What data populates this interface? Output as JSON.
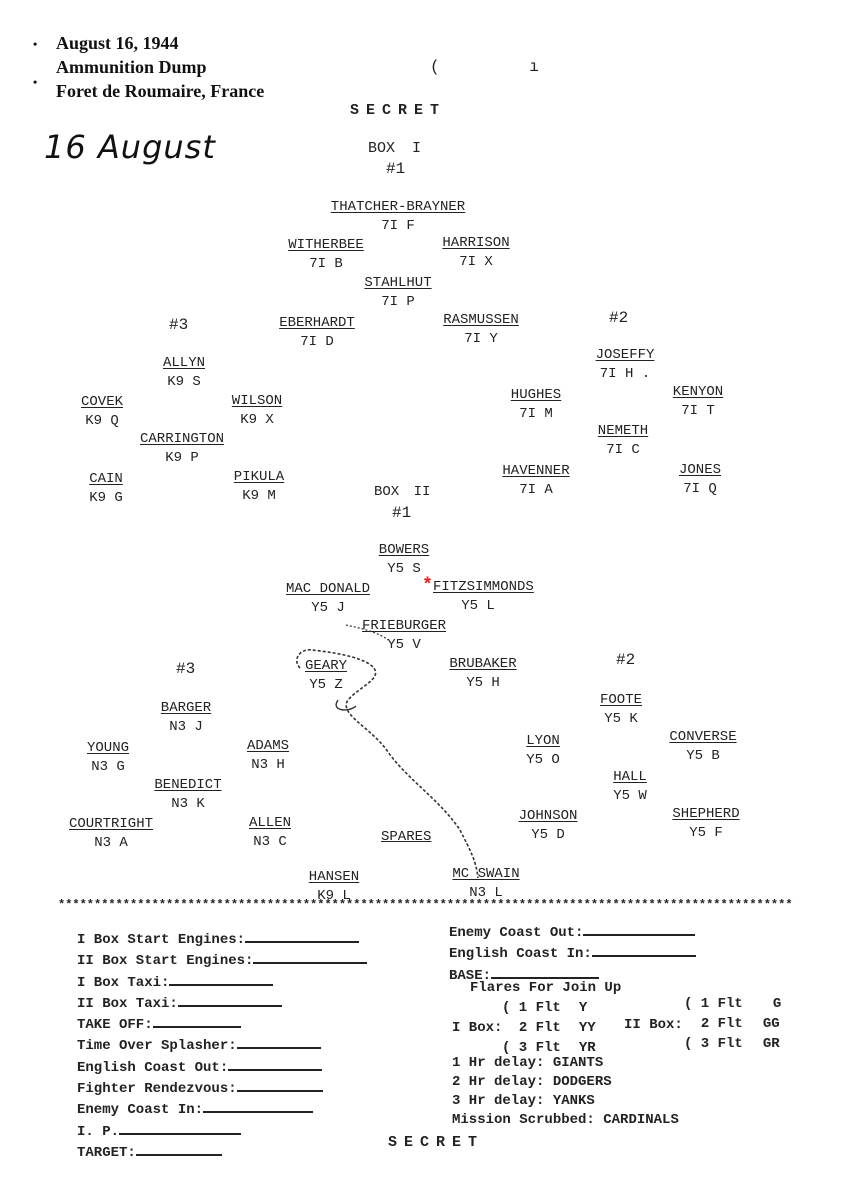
{
  "header": {
    "date": "August 16, 1944",
    "target": "Ammunition Dump",
    "location": "Foret de Roumaire, France"
  },
  "handwritten_date": "16 August",
  "top_marks": "( ı",
  "classification_top": "SECRET",
  "classification_bottom": "SECRET",
  "box1": {
    "label": "BOX I",
    "lead_label": "#1",
    "left_label": "#3",
    "right_label": "#2",
    "positions": [
      {
        "name": "THATCHER-BRAYNER",
        "aircraft": "7I F"
      },
      {
        "name": "WITHERBEE",
        "aircraft": "7I B"
      },
      {
        "name": "HARRISON",
        "aircraft": "7I X"
      },
      {
        "name": "STAHLHUT",
        "aircraft": "7I P"
      },
      {
        "name": "EBERHARDT",
        "aircraft": "7I D"
      },
      {
        "name": "RASMUSSEN",
        "aircraft": "7I Y"
      },
      {
        "name": "ALLYN",
        "aircraft": "K9 S"
      },
      {
        "name": "COVEK",
        "aircraft": "K9 Q"
      },
      {
        "name": "WILSON",
        "aircraft": "K9 X"
      },
      {
        "name": "CARRINGTON",
        "aircraft": "K9 P"
      },
      {
        "name": "CAIN",
        "aircraft": "K9 G"
      },
      {
        "name": "PIKULA",
        "aircraft": "K9 M"
      },
      {
        "name": "JOSEFFY",
        "aircraft": "7I H ."
      },
      {
        "name": "HUGHES",
        "aircraft": "7I M"
      },
      {
        "name": "KENYON",
        "aircraft": "7I T"
      },
      {
        "name": "NEMETH",
        "aircraft": "7I C"
      },
      {
        "name": "HAVENNER",
        "aircraft": "7I A"
      },
      {
        "name": "JONES",
        "aircraft": "7I Q"
      }
    ]
  },
  "box2": {
    "label": "BOX II",
    "lead_label": "#1",
    "left_label": "#3",
    "right_label": "#2",
    "positions": [
      {
        "name": "BOWERS",
        "aircraft": "Y5 S"
      },
      {
        "name": "MAC DONALD",
        "aircraft": "Y5 J"
      },
      {
        "name": "FITZSIMMONDS",
        "aircraft": "Y5 L",
        "marker": "*"
      },
      {
        "name": "FRIEBURGER",
        "aircraft": "Y5 V"
      },
      {
        "name": "GEARY",
        "aircraft": "Y5 Z"
      },
      {
        "name": "BRUBAKER",
        "aircraft": "Y5 H"
      },
      {
        "name": "BARGER",
        "aircraft": "N3 J"
      },
      {
        "name": "YOUNG",
        "aircraft": "N3 G"
      },
      {
        "name": "ADAMS",
        "aircraft": "N3 H"
      },
      {
        "name": "BENEDICT",
        "aircraft": "N3 K"
      },
      {
        "name": "COURTRIGHT",
        "aircraft": "N3 A"
      },
      {
        "name": "ALLEN",
        "aircraft": "N3 C"
      },
      {
        "name": "FOOTE",
        "aircraft": "Y5 K"
      },
      {
        "name": "LYON",
        "aircraft": "Y5 O"
      },
      {
        "name": "CONVERSE",
        "aircraft": "Y5 B"
      },
      {
        "name": "HALL",
        "aircraft": "Y5 W"
      },
      {
        "name": "JOHNSON",
        "aircraft": "Y5 D"
      },
      {
        "name": "SHEPHERD",
        "aircraft": "Y5 F"
      },
      {
        "name": "HANSEN",
        "aircraft": "K9 L"
      },
      {
        "name": "MC SWAIN",
        "aircraft": "N3 L"
      }
    ],
    "spares_label": "SPARES"
  },
  "separator": "**************************************************************************************************************",
  "form_left": [
    "I Box Start Engines:",
    "II Box Start Engines:",
    "I Box Taxi:",
    "II Box Taxi:",
    "TAKE OFF:",
    "Time Over Splasher:",
    "English Coast Out:",
    "Fighter Rendezvous:",
    "Enemy Coast In:",
    "I. P.",
    "TARGET:"
  ],
  "form_right": [
    "Enemy Coast Out:",
    "English Coast In:",
    "BASE:"
  ],
  "flares": {
    "title": "Flares For Join Up",
    "box1_label": "I Box:",
    "box2_label": "II Box:",
    "box1": [
      {
        "flt": "( 1 Flt",
        "code": "Y"
      },
      {
        "flt": "2 Flt",
        "code": "YY"
      },
      {
        "flt": "( 3 Flt",
        "code": "YR"
      }
    ],
    "box2": [
      {
        "flt": "( 1 Flt",
        "code": "G"
      },
      {
        "flt": "2 Flt",
        "code": "GG"
      },
      {
        "flt": "( 3 Flt",
        "code": "GR"
      }
    ]
  },
  "delays": [
    {
      "label": "1 Hr delay:",
      "code": "GIANTS"
    },
    {
      "label": "2 Hr delay:",
      "code": "DODGERS"
    },
    {
      "label": "3 Hr delay:",
      "code": "YANKS"
    },
    {
      "label": "Mission Scrubbed:",
      "code": "CARDINALS"
    }
  ]
}
